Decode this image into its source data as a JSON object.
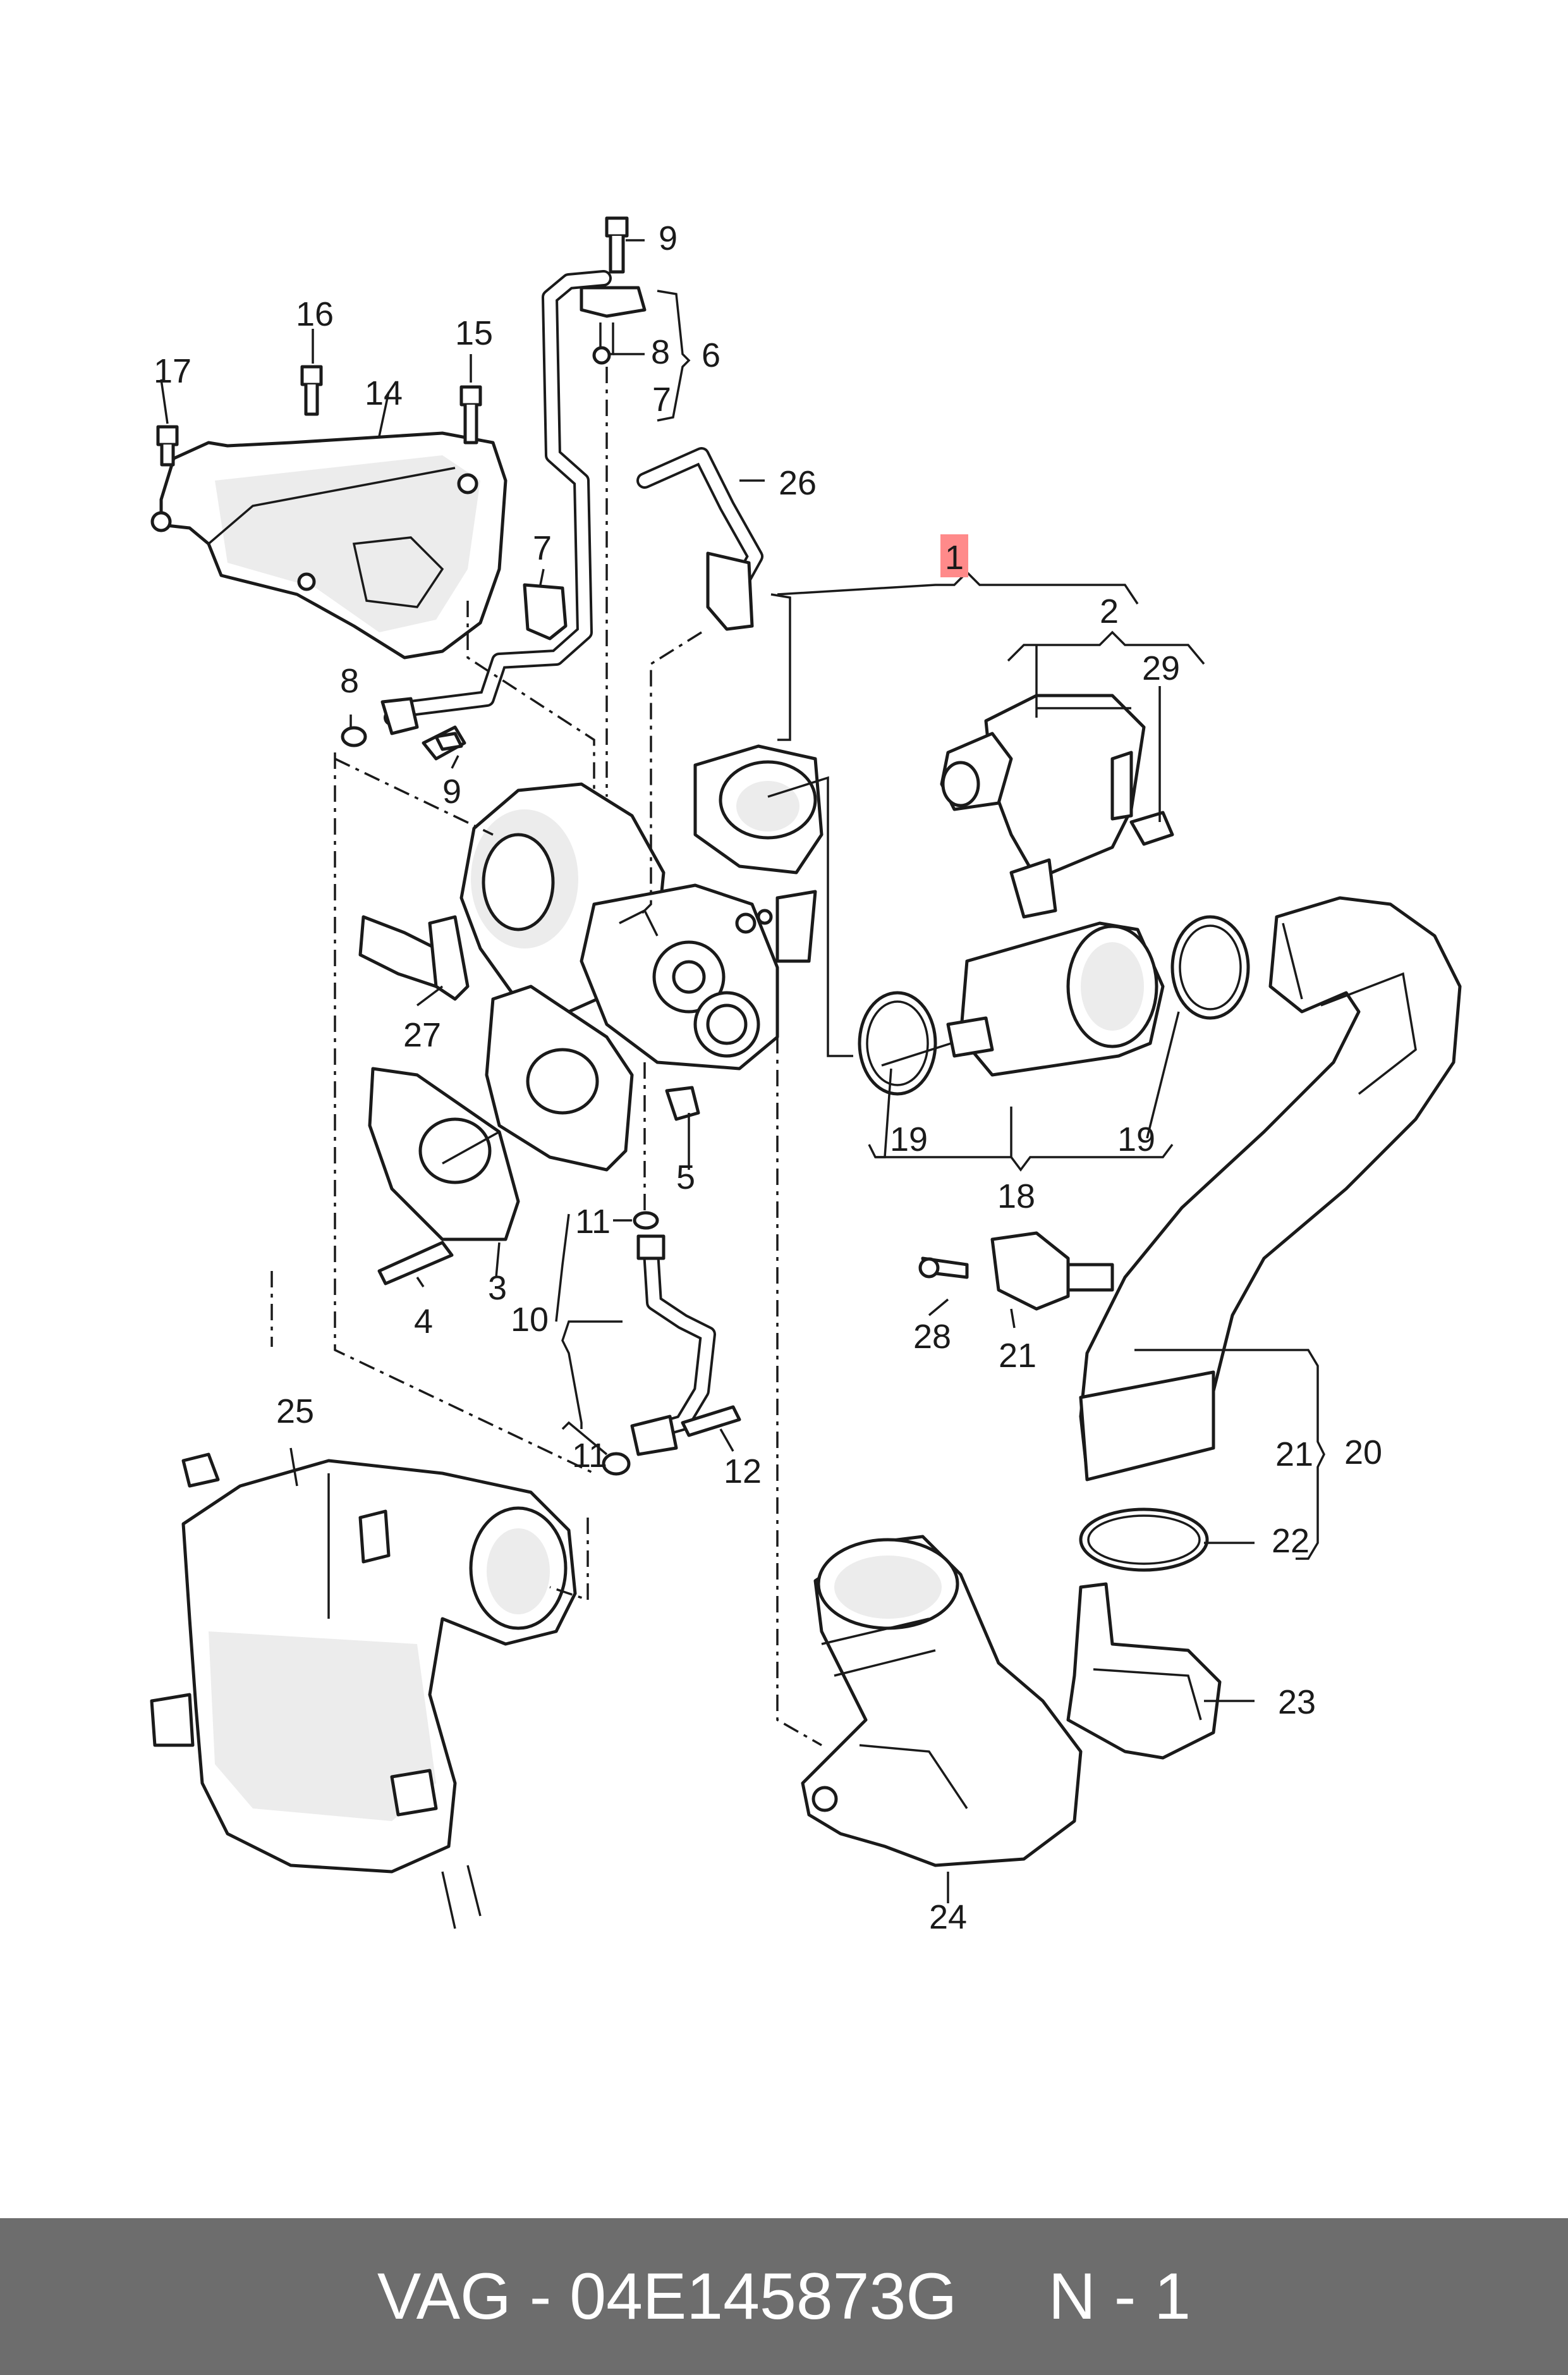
{
  "diagram": {
    "callouts": [
      {
        "id": "c1",
        "label": "1",
        "highlight": "#ff8a8a"
      },
      {
        "id": "c2",
        "label": "2"
      },
      {
        "id": "c3",
        "label": "3"
      },
      {
        "id": "c4",
        "label": "4"
      },
      {
        "id": "c5",
        "label": "5"
      },
      {
        "id": "c6",
        "label": "6"
      },
      {
        "id": "c7a",
        "label": "7"
      },
      {
        "id": "c7b",
        "label": "7"
      },
      {
        "id": "c8a",
        "label": "8"
      },
      {
        "id": "c8b",
        "label": "8"
      },
      {
        "id": "c9a",
        "label": "9"
      },
      {
        "id": "c9b",
        "label": "9"
      },
      {
        "id": "c10",
        "label": "10"
      },
      {
        "id": "c11a",
        "label": "11"
      },
      {
        "id": "c11b",
        "label": "11"
      },
      {
        "id": "c12",
        "label": "12"
      },
      {
        "id": "c14",
        "label": "14"
      },
      {
        "id": "c15",
        "label": "15"
      },
      {
        "id": "c16",
        "label": "16"
      },
      {
        "id": "c17",
        "label": "17"
      },
      {
        "id": "c18",
        "label": "18"
      },
      {
        "id": "c19a",
        "label": "19"
      },
      {
        "id": "c19b",
        "label": "19"
      },
      {
        "id": "c20",
        "label": "20"
      },
      {
        "id": "c21a",
        "label": "21"
      },
      {
        "id": "c21b",
        "label": "21"
      },
      {
        "id": "c22",
        "label": "22"
      },
      {
        "id": "c23",
        "label": "23"
      },
      {
        "id": "c24",
        "label": "24"
      },
      {
        "id": "c25",
        "label": "25"
      },
      {
        "id": "c26",
        "label": "26"
      },
      {
        "id": "c27",
        "label": "27"
      },
      {
        "id": "c28",
        "label": "28"
      },
      {
        "id": "c29",
        "label": "29"
      }
    ]
  },
  "footer": {
    "text": "VAG - 04E145873G     N - 1",
    "background": "#6d6d6d",
    "color": "#ffffff"
  }
}
